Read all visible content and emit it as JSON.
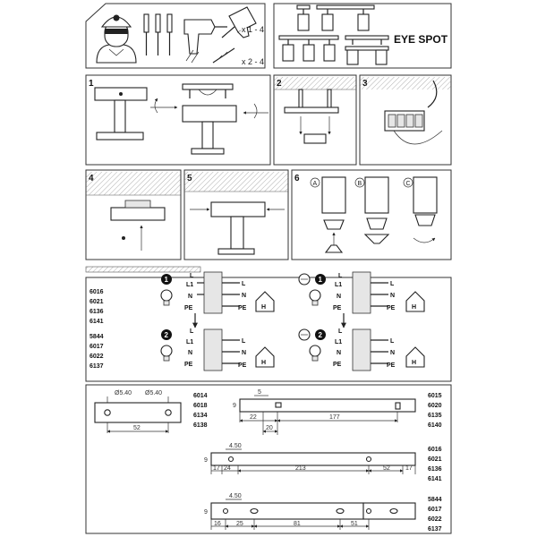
{
  "header": {
    "title": "EYE SPOT",
    "qty_a": "x 1 - 4",
    "qty_b": "x 2 - 4"
  },
  "steps": [
    "1",
    "2",
    "3",
    "4",
    "5",
    "6"
  ],
  "bulb_options": [
    "A",
    "B",
    "C"
  ],
  "wiring": {
    "group_1_codes": [
      "6016",
      "6021",
      "6136",
      "6141"
    ],
    "group_2_codes": [
      "5844",
      "6017",
      "6022",
      "6137"
    ],
    "circle_1": "1",
    "circle_2": "2",
    "labels": {
      "L": "L",
      "L1": "L1",
      "N": "N",
      "PE": "PE",
      "H": "H"
    }
  },
  "dimensions": {
    "base_codes": [
      "6014",
      "6018",
      "6134",
      "6138"
    ],
    "base_hole_a": "Ø5.40",
    "base_hole_b": "Ø5.40",
    "base_width": "52",
    "bar1_codes": [
      "6015",
      "6020",
      "6135",
      "6140"
    ],
    "bar1_dims": [
      "5",
      "9",
      "22",
      "20",
      "177"
    ],
    "bar2_codes": [
      "6016",
      "6021",
      "6136",
      "6141"
    ],
    "bar2_dims": [
      "4.50",
      "17",
      "24",
      "213",
      "52",
      "17",
      "9"
    ],
    "bar3_codes": [
      "5844",
      "6017",
      "6022",
      "6137"
    ],
    "bar3_dims": [
      "4.50",
      "16",
      "25",
      "81",
      "51",
      "9"
    ]
  }
}
